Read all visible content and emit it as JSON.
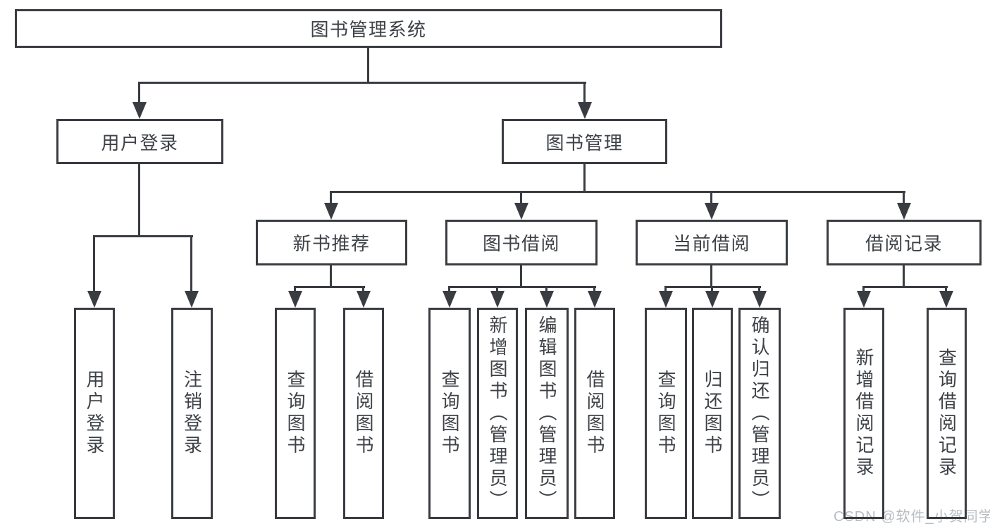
{
  "diagram_title": "图书管理系统",
  "nodes": {
    "root": "图书管理系统",
    "user_login": "用户登录",
    "book_mgmt": "图书管理",
    "new_books": "新书推荐",
    "book_borrow": "图书借阅",
    "current_borrow": "当前借阅",
    "borrow_records": "借阅记录",
    "leaf_user_login": "用户登录",
    "leaf_logout": "注销登录",
    "nb_query": "查询图书",
    "nb_borrow": "借阅图书",
    "bb_query": "查询图书",
    "bb_add": "新增图书（管理员）",
    "bb_edit": "编辑图书（管理员）",
    "bb_borrow": "借阅图书",
    "cb_query": "查询图书",
    "cb_return": "归还图书",
    "cb_confirm": "确认归还（管理员）",
    "br_add": "新增借阅记录",
    "br_query": "查询借阅记录"
  },
  "hierarchy": {
    "图书管理系统": {
      "用户登录": [
        "用户登录",
        "注销登录"
      ],
      "图书管理": {
        "新书推荐": [
          "查询图书",
          "借阅图书"
        ],
        "图书借阅": [
          "查询图书",
          "新增图书（管理员）",
          "编辑图书（管理员）",
          "借阅图书"
        ],
        "当前借阅": [
          "查询图书",
          "归还图书",
          "确认归还（管理员）"
        ],
        "借阅记录": [
          "新增借阅记录",
          "查询借阅记录"
        ]
      }
    }
  },
  "watermark": {
    "text": "CSDN @软件_小贺同学"
  },
  "colors": {
    "line": "#393c41",
    "text": "#3e4247",
    "watermark": "#b8bcc0",
    "background": "#ffffff"
  }
}
